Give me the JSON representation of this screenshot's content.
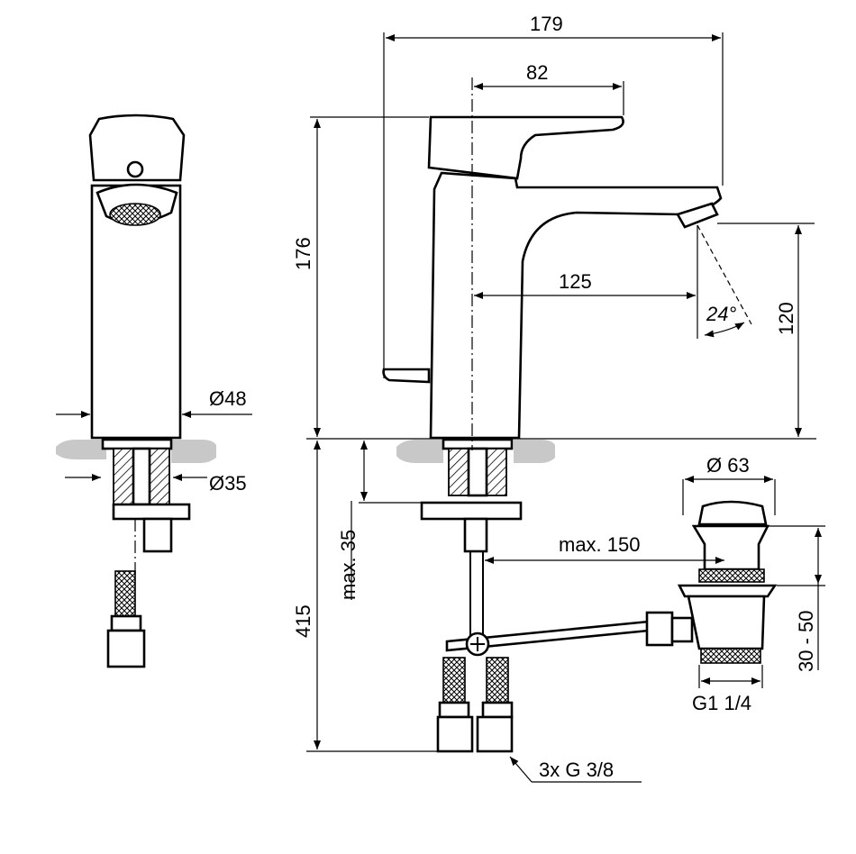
{
  "dimensions": {
    "overall_width": "179",
    "lever_length": "82",
    "total_height": "176",
    "spout_reach": "125",
    "spout_height": "120",
    "spray_angle": "24°",
    "body_diameter": "Ø48",
    "shank_diameter": "Ø35",
    "below_counter": "415",
    "max_thickness": "max. 35",
    "max_distance": "max. 150",
    "waste_diameter": "Ø 63",
    "waste_range": "30 - 50",
    "waste_thread": "G1 1/4",
    "connections": "3x G 3/8"
  },
  "colors": {
    "line": "#000000",
    "floor": "#c8c8c8",
    "background": "#ffffff"
  }
}
